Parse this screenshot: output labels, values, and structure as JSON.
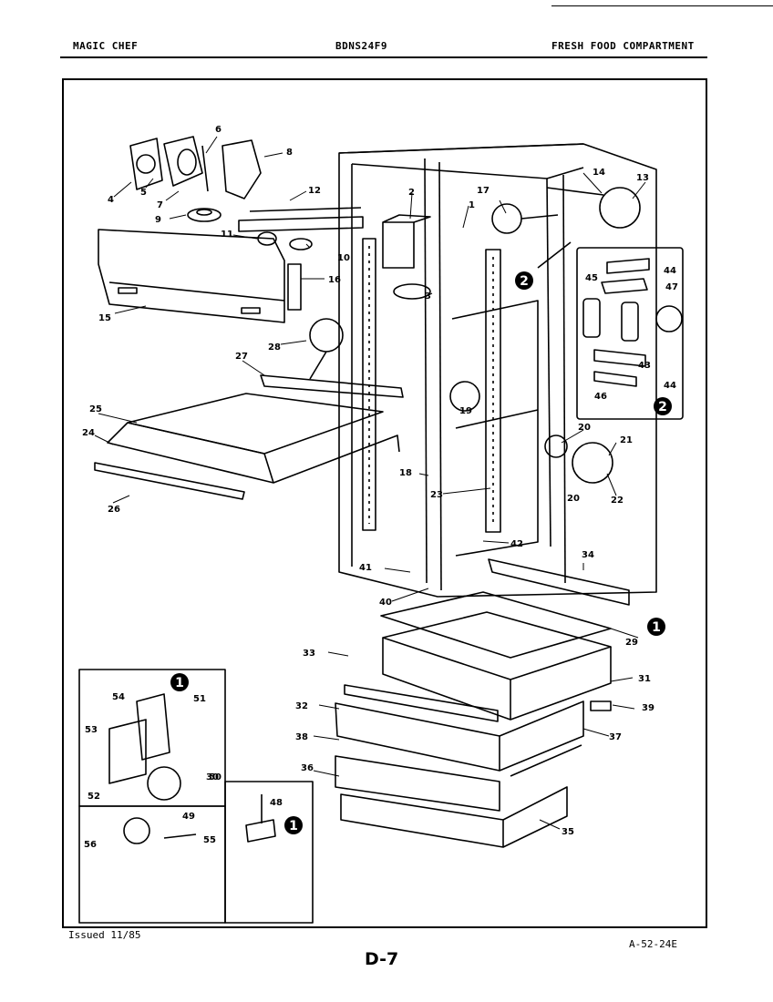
{
  "header": {
    "brand": "MAGIC CHEF",
    "model": "BDNS24F9",
    "section": "FRESH FOOD COMPARTMENT"
  },
  "footer": {
    "issued": "Issued 11/85",
    "page": "D-7",
    "code": "A-52-24E"
  },
  "callouts": [
    "1",
    "2",
    "3",
    "4",
    "5",
    "6",
    "7",
    "8",
    "9",
    "10",
    "11",
    "12",
    "13",
    "14",
    "15",
    "16",
    "17",
    "18",
    "19",
    "20",
    "21",
    "22",
    "23",
    "24",
    "25",
    "26",
    "27",
    "28",
    "29",
    "30",
    "31",
    "32",
    "33",
    "34",
    "35",
    "36",
    "37",
    "38",
    "39",
    "40",
    "41",
    "42",
    "43",
    "44",
    "45",
    "46",
    "47",
    "48",
    "49",
    "50",
    "51",
    "52",
    "53",
    "54",
    "55",
    "56"
  ],
  "detail_markers": [
    "1",
    "2"
  ]
}
